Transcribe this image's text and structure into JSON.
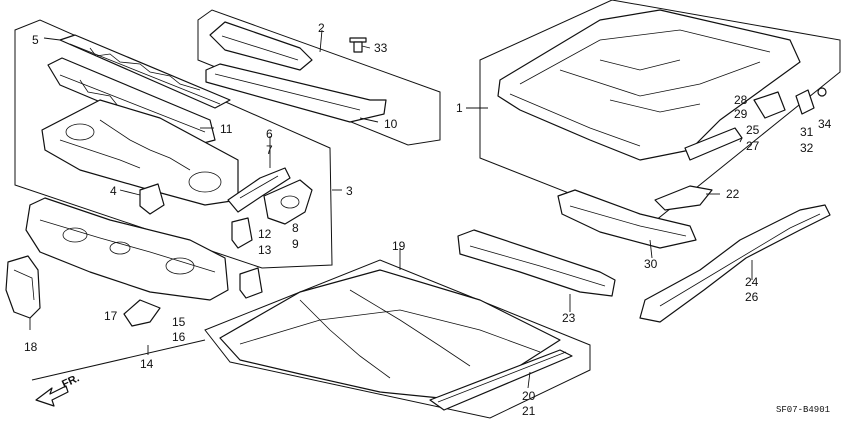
{
  "labels": {
    "l1": "1",
    "l2": "2",
    "l3": "3",
    "l4": "4",
    "l5": "5",
    "l6": "6",
    "l7": "7",
    "l8": "8",
    "l9": "9",
    "l10": "10",
    "l11": "11",
    "l12": "12",
    "l13": "13",
    "l14": "14",
    "l15": "15",
    "l16": "16",
    "l17": "17",
    "l18": "18",
    "l19": "19",
    "l20": "20",
    "l21": "21",
    "l22": "22",
    "l23": "23",
    "l24": "24",
    "l25": "25",
    "l26": "26",
    "l27": "27",
    "l28": "28",
    "l29": "29",
    "l30": "30",
    "l31": "31",
    "l32": "32",
    "l33": "33",
    "l34": "34"
  },
  "direction": "FR.",
  "diagram_code": "SF07-B4901"
}
